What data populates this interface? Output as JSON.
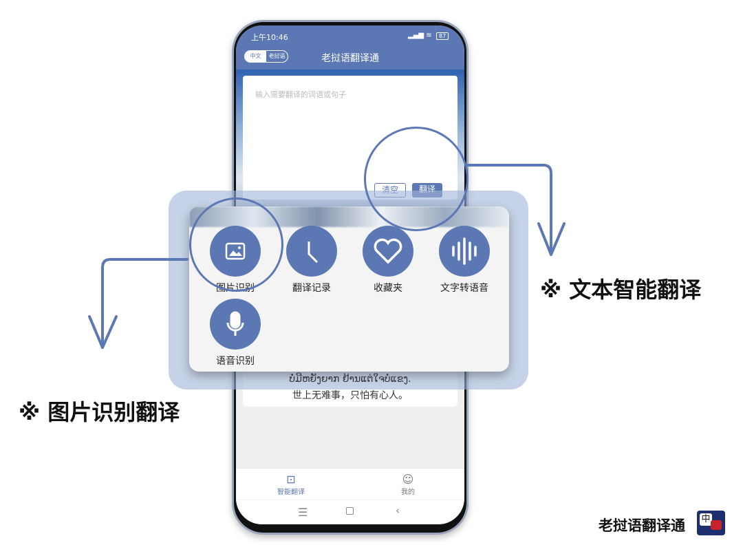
{
  "status": {
    "time": "上午10:46",
    "battery": "87"
  },
  "appbar": {
    "title": "老挝语翻译通",
    "lang_left": "中文",
    "lang_right": "老挝语"
  },
  "input": {
    "placeholder": "输入需要翻译的词语或句子",
    "clear": "清空",
    "translate": "翻译"
  },
  "result": {
    "lao": "ບໍ່ມີຫຍັງຍາກ ຢ້ານແຕ່ໃຈບໍ່ແຂງ.",
    "zh": "世上无难事，只怕有心人。"
  },
  "features": [
    {
      "label": "图片识别",
      "icon": "image-icon"
    },
    {
      "label": "翻译记录",
      "icon": "clock-icon"
    },
    {
      "label": "收藏夹",
      "icon": "heart-icon"
    },
    {
      "label": "文字转语音",
      "icon": "waveform-icon"
    },
    {
      "label": "语音识别",
      "icon": "microphone-icon"
    }
  ],
  "nav": [
    {
      "label": "智能翻译",
      "icon": "robot-icon"
    },
    {
      "label": "我的",
      "icon": "user-icon"
    }
  ],
  "captions": {
    "text_translate": "※ 文本智能翻译",
    "image_translate": "※ 图片识别翻译"
  },
  "brand": {
    "name": "老挝语翻译通",
    "logo_char": "中"
  },
  "colors": {
    "accent": "#5c78b4"
  }
}
